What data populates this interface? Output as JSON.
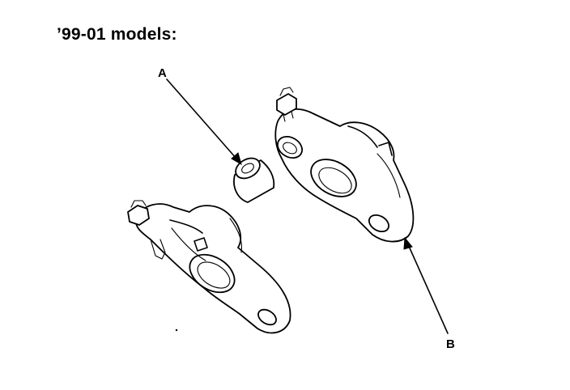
{
  "title": "’99-01 models:",
  "callouts": {
    "a": "A",
    "b": "B"
  },
  "colors": {
    "ink": "#000000",
    "paper": "#ffffff"
  }
}
